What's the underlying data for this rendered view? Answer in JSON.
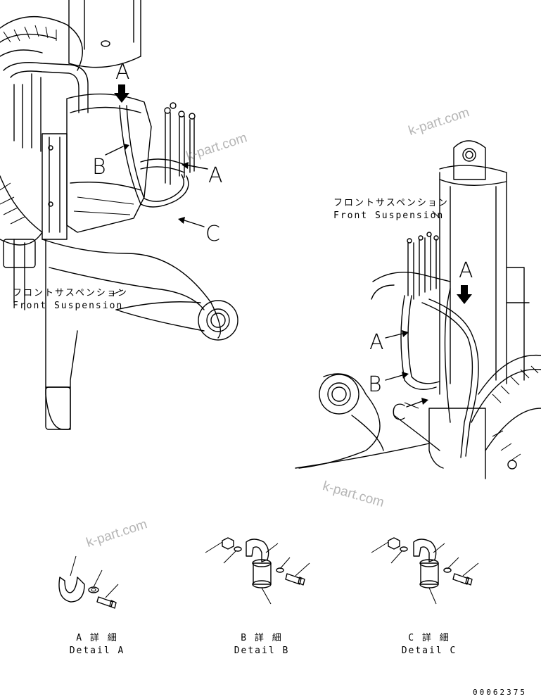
{
  "labels": {
    "a_left": "A",
    "a_top": "A",
    "b_left": "B",
    "c_left": "C",
    "a_right": "A",
    "a_right_top": "A",
    "b_right": "B",
    "c_right": "C"
  },
  "callouts": {
    "front_suspension_jp": "フロントサスペンション",
    "front_suspension_en": "Front Suspension"
  },
  "details": [
    {
      "jp": "A 詳 細",
      "en": "Detail A"
    },
    {
      "jp": "B 詳 細",
      "en": "Detail B"
    },
    {
      "jp": "C 詳 細",
      "en": "Detail C"
    }
  ],
  "watermark": "k-part.com",
  "drawing_number": "00062375"
}
